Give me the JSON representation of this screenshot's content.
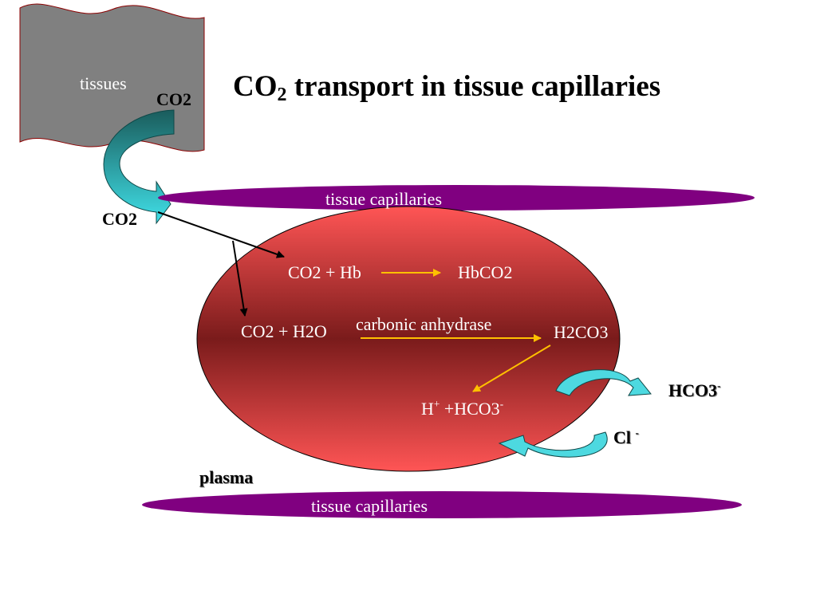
{
  "title_main": "CO",
  "title_sub": "2",
  "title_rest": " transport in tissue capillaries",
  "labels": {
    "tissues": "tissues",
    "co2_tissue": "CO2",
    "co2_left": "CO2",
    "capillary_top": "tissue capillaries",
    "capillary_bottom": "tissue capillaries",
    "plasma": "plasma"
  },
  "reactions": {
    "hb_left": "CO2 + Hb",
    "hb_right": "HbCO2",
    "water_left": "CO2 + H2O",
    "enzyme": "carbonic anhydrase",
    "water_right": "H2CO3",
    "h_plus": "H",
    "h_plus_sup": "+",
    "hco3_inner": " +HCO3",
    "hco3_inner_sup": "-"
  },
  "exchange": {
    "hco3_out": "HCO3",
    "hco3_out_sup": "-",
    "cl_in": "Cl ",
    "cl_in_sup": "-"
  },
  "colors": {
    "tissue_fill": "#808080",
    "tissue_border": "#8b0000",
    "capillary": "#800080",
    "cell_light": "#ff5050",
    "cell_dark": "#7a1b1b",
    "reaction_arrow": "#ffc000",
    "exchange_arrow": "#4dd9e0"
  }
}
